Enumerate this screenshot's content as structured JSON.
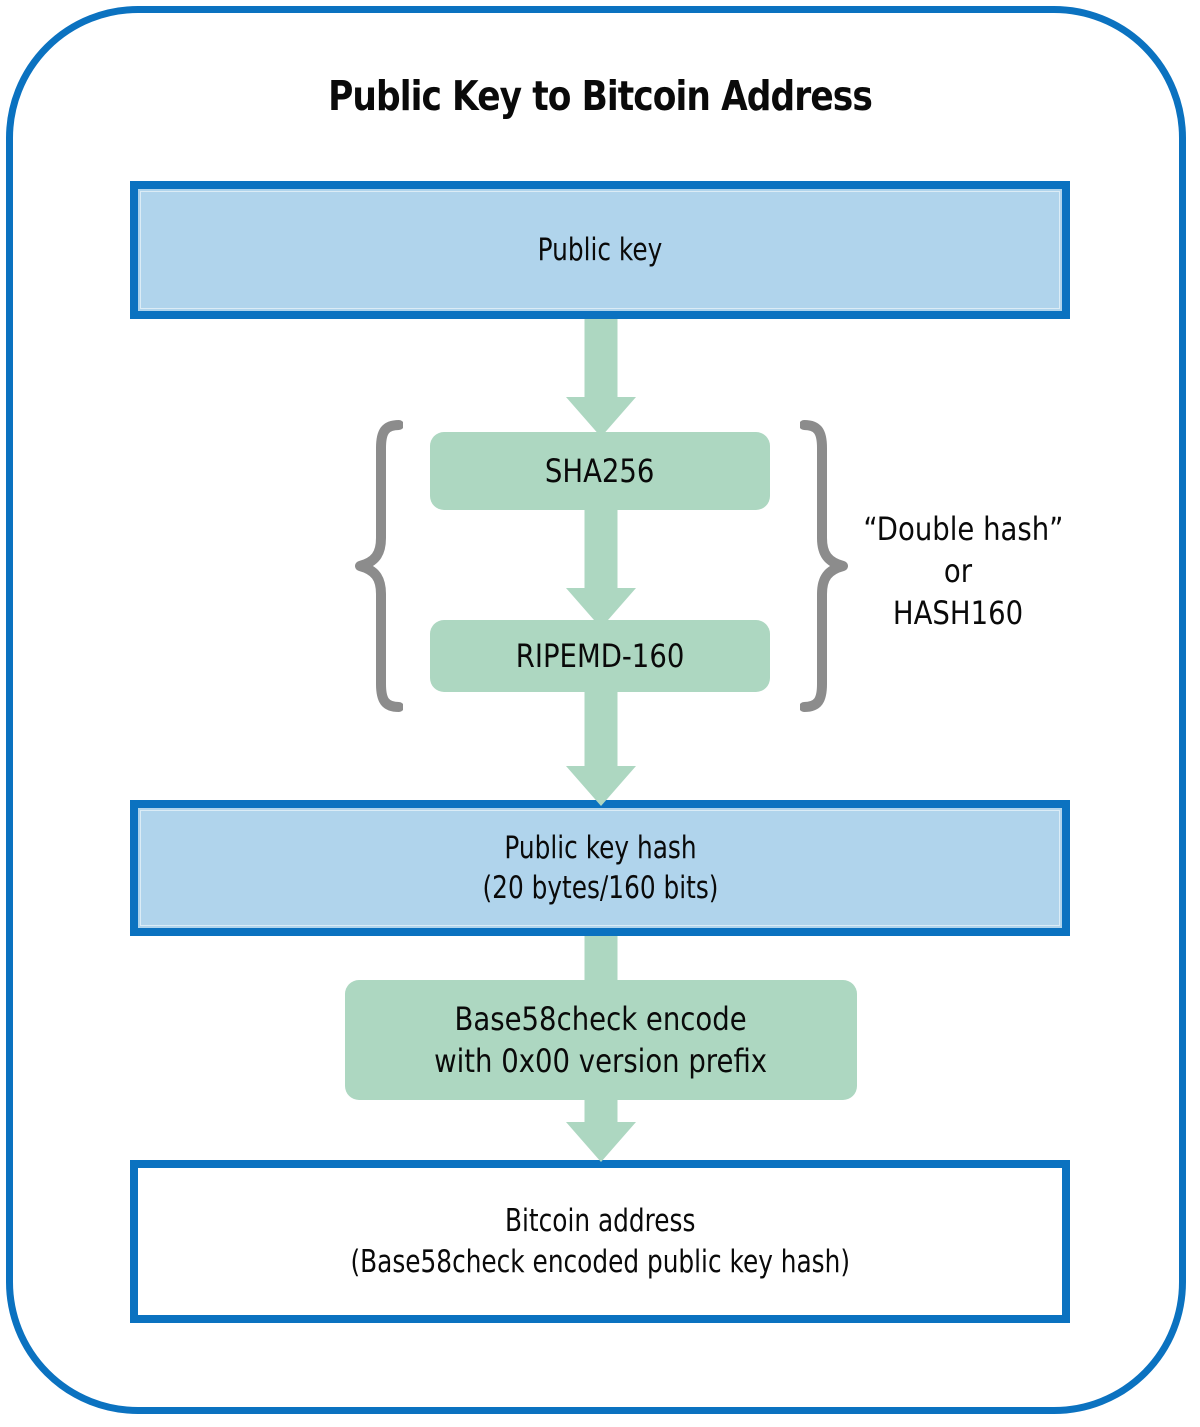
{
  "diagram": {
    "title": "Public Key to Bitcoin Address",
    "colors": {
      "frame_border": "#0B72C0",
      "data_box_border": "#0B72C0",
      "data_box_fill": "#B0D4EC",
      "process_box_fill": "#ADD7C1",
      "arrow_fill": "#ADD7C1",
      "brace_stroke": "#8C8C8C",
      "text": "#0A0A0A",
      "result_box_fill": "#FFFFFF"
    },
    "nodes": {
      "public_key": {
        "label": "Public key",
        "type": "data-box"
      },
      "sha256": {
        "label": "SHA256",
        "type": "process-box"
      },
      "ripemd160": {
        "label": "RIPEMD-160",
        "type": "process-box"
      },
      "public_key_hash": {
        "line1": "Public key hash",
        "line2": "(20 bytes/160 bits)",
        "type": "data-box"
      },
      "base58check": {
        "line1": "Base58check encode",
        "line2": "with 0x00 version prefix",
        "type": "process-box"
      },
      "bitcoin_address": {
        "line1": "Bitcoin address",
        "line2": "(Base58check encoded public key hash)",
        "type": "result-box"
      }
    },
    "annotation": {
      "line1": "“Double hash”",
      "line2": "or",
      "line3": "HASH160"
    },
    "icons": {
      "arrow": "arrow-down-icon",
      "brace_left": "curly-brace-left-icon",
      "brace_right": "curly-brace-right-icon"
    }
  }
}
